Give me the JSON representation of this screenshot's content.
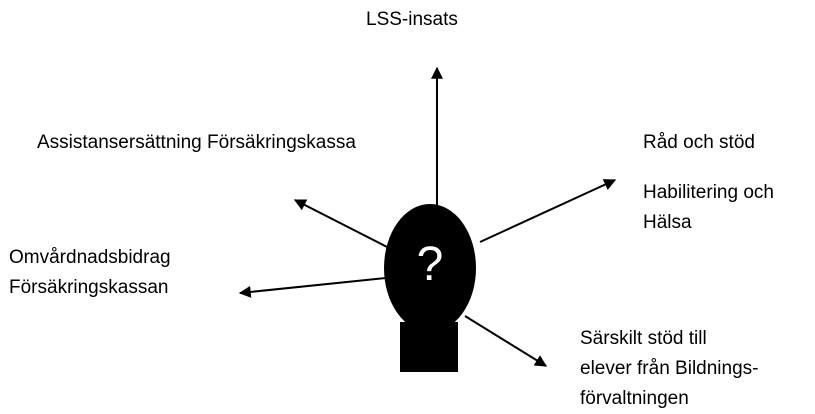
{
  "figure": {
    "center_symbol": "?",
    "labels": {
      "top": "LSS-insats",
      "upper_left": "Assistansersättning Försäkringskassa",
      "left": [
        "Omvårdnadsbidrag",
        "Försäkringskassan"
      ],
      "right_title": "Råd och stöd",
      "right_sub": [
        "Habilitering och",
        "Hälsa"
      ],
      "lower_right": [
        "Särskilt stöd till",
        "elever från Bildnings-",
        "förvaltningen"
      ]
    },
    "colors": {
      "ink": "#000000",
      "background": "#ffffff"
    }
  }
}
